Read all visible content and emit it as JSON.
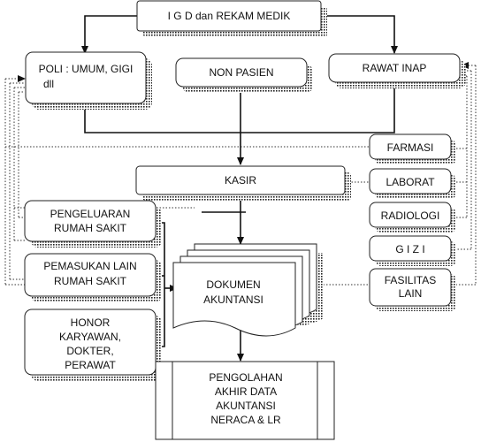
{
  "nodes": {
    "igd": "I G D dan REKAM MEDIK",
    "poli_line1": "POLI : UMUM, GIGI",
    "poli_line2": "dll",
    "non_pasien": "NON PASIEN",
    "rawat_inap": "RAWAT INAP",
    "farmasi": "FARMASI",
    "laborat": "LABORAT",
    "radiologi": "RADIOLOGI",
    "gizi": "G I Z I",
    "fasilitas_line1": "FASILITAS",
    "fasilitas_line2": "LAIN",
    "kasir": "KASIR",
    "pengeluaran_line1": "PENGELUARAN",
    "pengeluaran_line2": "RUMAH SAKIT",
    "pemasukan_line1": "PEMASUKAN LAIN",
    "pemasukan_line2": "RUMAH SAKIT",
    "honor_line1": "HONOR",
    "honor_line2": "KARYAWAN,",
    "honor_line3": "DOKTER,",
    "honor_line4": "PERAWAT",
    "dokumen_line1": "DOKUMEN",
    "dokumen_line2": "AKUNTANSI",
    "pengolahan_line1": "PENGOLAHAN",
    "pengolahan_line2": "AKHIR DATA",
    "pengolahan_line3": "AKUNTANSI",
    "pengolahan_line4": "NERACA & LR"
  }
}
